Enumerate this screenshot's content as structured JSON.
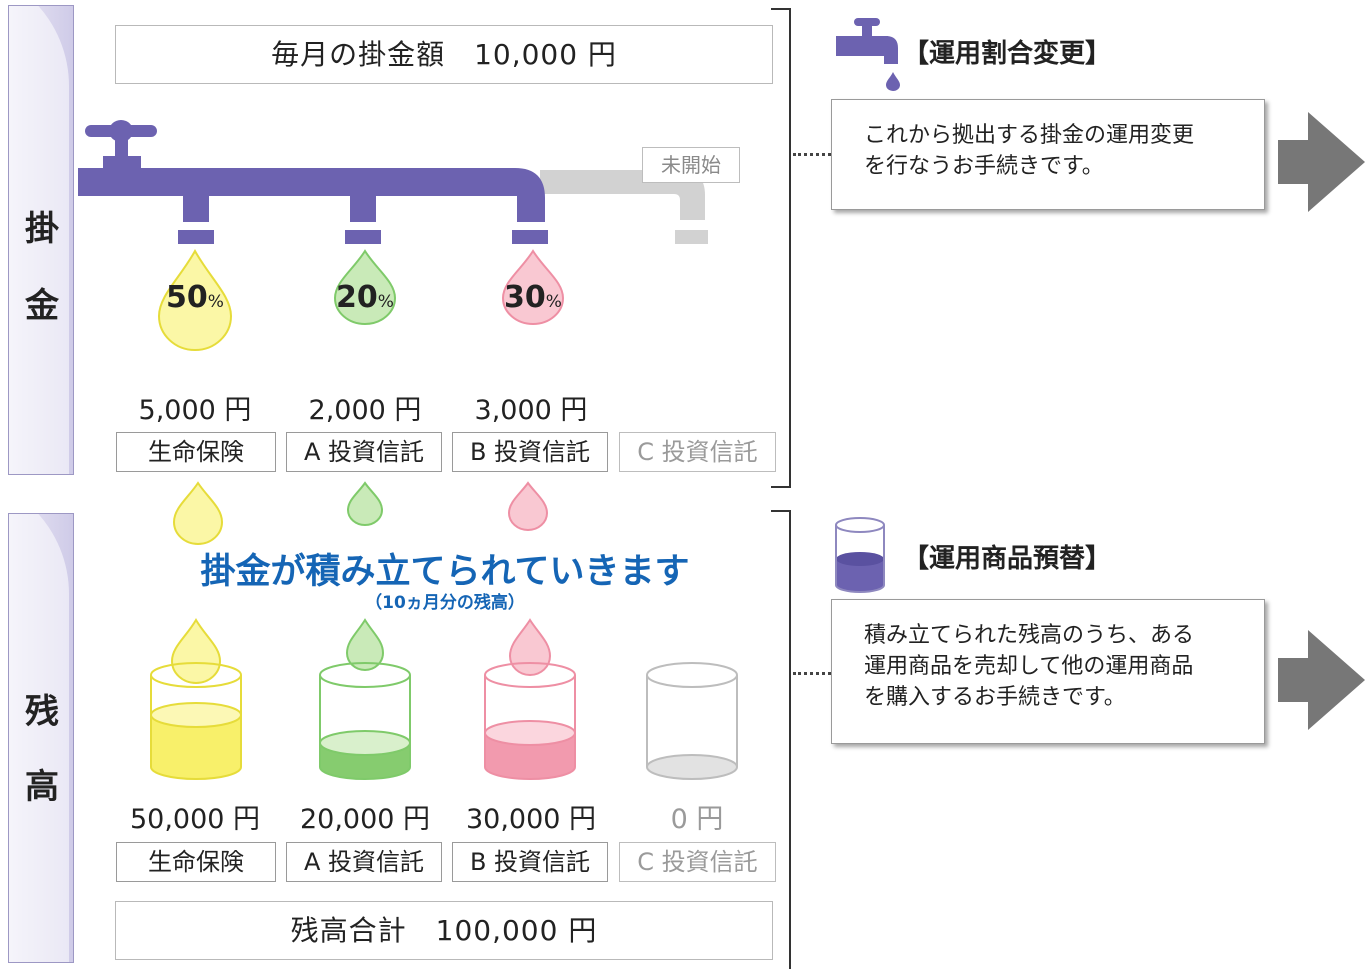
{
  "contribution": {
    "side_label": [
      "掛",
      "金"
    ],
    "monthly_title": "毎月の掛金額　10,000 円",
    "not_started_tag": "未開始",
    "allocations": [
      {
        "pct": "50",
        "pct_unit": "%",
        "amount": "5,000 円",
        "product": "生命保険",
        "color": "#f5ee55",
        "active": true
      },
      {
        "pct": "20",
        "pct_unit": "%",
        "amount": "2,000 円",
        "product": "A 投資信託",
        "color": "#7fca6a",
        "active": true
      },
      {
        "pct": "30",
        "pct_unit": "%",
        "amount": "3,000 円",
        "product": "B 投資信託",
        "color": "#ee8fa4",
        "active": true
      },
      {
        "pct": "",
        "pct_unit": "",
        "amount": "",
        "product": "C 投資信託",
        "color": "#cccccc",
        "active": false
      }
    ]
  },
  "balance": {
    "side_label": [
      "残",
      "高"
    ],
    "message": "掛金が積み立てられていきます",
    "sub_message": "（10ヵ月分の残高）",
    "accounts": [
      {
        "amount": "50,000 円",
        "product": "生命保険",
        "color": "#f5ee55",
        "fill": 0.5
      },
      {
        "amount": "20,000 円",
        "product": "A 投資信託",
        "color": "#7fca6a",
        "fill": 0.2
      },
      {
        "amount": "30,000 円",
        "product": "B 投資信託",
        "color": "#ee8fa4",
        "fill": 0.3
      },
      {
        "amount": "0 円",
        "product": "C 投資信託",
        "color": "#cccccc",
        "fill": 0
      }
    ],
    "total_title": "残高合計　100,000 円"
  },
  "procedures": [
    {
      "heading": "【運用割合変更】",
      "icon": "faucet-icon",
      "lines": [
        "これから拠出する掛金の運用変更",
        "を行なうお手続きです。"
      ]
    },
    {
      "heading": "【運用商品預替】",
      "icon": "cup-icon",
      "lines": [
        "積み立てられた残高のうち、ある",
        "運用商品を売却して他の運用商品",
        "を購入するお手続きです。"
      ]
    }
  ],
  "colors": {
    "pipe": "#6c62b0",
    "pipe_inactive": "#d2d2d2",
    "arrow": "#777777",
    "message": "#1565b5"
  }
}
